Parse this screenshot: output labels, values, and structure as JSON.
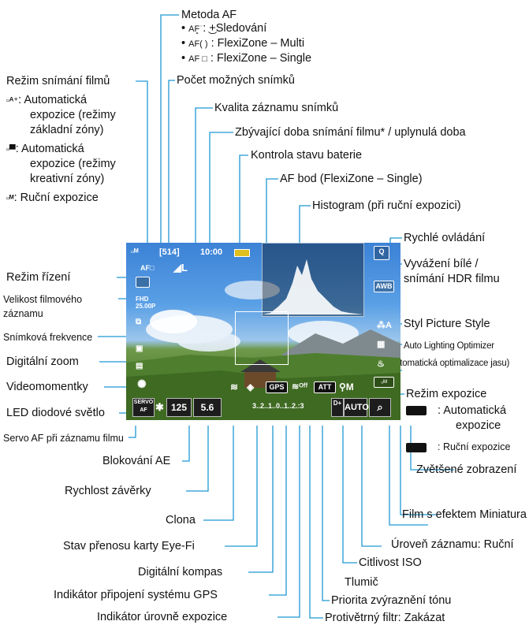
{
  "top_labels": {
    "metoda_af": "Metoda AF",
    "af_modes": [
      {
        "icon": "AF͈͘",
        "text": ": ͜+Sledování"
      },
      {
        "icon": "AF( )",
        "text": ": FlexiZone – Multi"
      },
      {
        "icon": "AF □",
        "text": ": FlexiZone – Single"
      }
    ],
    "pocet_snimku": "Počet možných snímků",
    "kvalita": "Kvalita záznamu snímků",
    "zbyvajici": "Zbývající doba snímání filmu* / uplynulá doba",
    "baterie": "Kontrola stavu baterie",
    "af_bod": "AF bod (FlexiZone – Single)",
    "histogram": "Histogram (při ruční expozici)"
  },
  "left_labels": {
    "rezim_filmu": "Režim snímání filmů",
    "auto_zakladni_1": ": Automatická",
    "auto_zakladni_2": "expozice (režimy",
    "auto_zakladni_3": "základní zóny)",
    "auto_kreativni_1": ": Automatická",
    "auto_kreativni_2": "expozice (režimy",
    "auto_kreativni_3": "kreativní zóny)",
    "rucni": ": Ruční expozice",
    "rezim_rizeni": "Režim řízení",
    "velikost_1": "Velikost filmového",
    "velikost_2": "záznamu",
    "frekvence": "Snímková frekvence",
    "zoom": "Digitální zoom",
    "videomomentky": "Videomomentky",
    "led": "LED diodové světlo",
    "servo": "Servo AF při záznamu filmu"
  },
  "right_labels": {
    "rychle": "Rychlé ovládání",
    "vyvazeni_1": "Vyvážení bílé /",
    "vyvazeni_2": "snímání HDR filmu",
    "styl": "Styl Picture Style",
    "alo_1": "Auto Lighting Optimizer",
    "alo_2": "(Automatická optimalizace jasu)",
    "rezim_expozice": "Režim expozice",
    "exp_auto_1": ": Automatická",
    "exp_auto_2": "expozice",
    "exp_rucni": ": Ruční expozice"
  },
  "bottom_labels": {
    "blokovani": "Blokování AE",
    "rychlost": "Rychlost závěrky",
    "clona": "Clona",
    "eyefi": "Stav přenosu karty Eye-Fi",
    "kompas": "Digitální kompas",
    "gps": "Indikátor připojení systému GPS",
    "uroven_exp": "Indikátor úrovně expozice",
    "zvetsene": "Zvětšené zobrazení",
    "miniatura": "Film s efektem Miniatura",
    "uroven_zaznamu": "Úroveň záznamu: Ruční",
    "iso": "Citlivost ISO",
    "tlumic": "Tlumič",
    "priorita": "Priorita zvýraznění tónu",
    "protivetrny": "Protivětrný filtr: Zakázat"
  },
  "screen": {
    "shots": "[514]",
    "time": "10:00",
    "shutter": "125",
    "aperture": "5.6",
    "exp_scale": "3..2..1..0..1..2.:3",
    "gps": "GPS",
    "att": "ATT",
    "iso": "AUTO",
    "awb": "AWB",
    "servo_line1": "SERVO AF"
  },
  "colors": {
    "accent": "#1f97d4"
  }
}
